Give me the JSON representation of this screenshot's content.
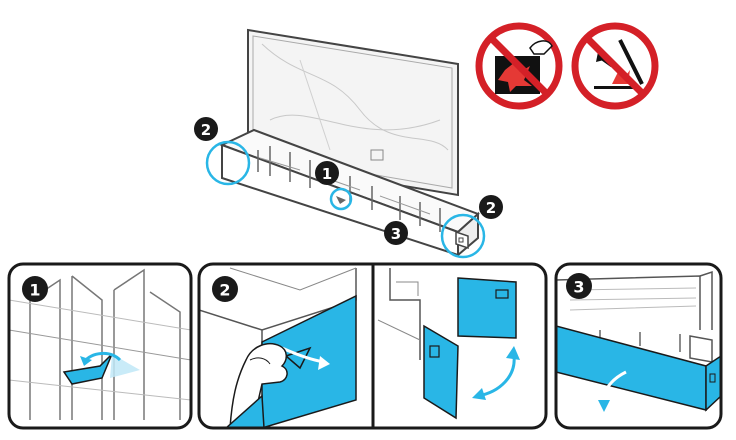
{
  "steps": {
    "one": "1",
    "two": "2",
    "three": "3"
  },
  "warnings": [
    {
      "icon": "no-cutting-icon"
    },
    {
      "icon": "no-prying-tool-icon"
    }
  ],
  "colors": {
    "accent": "#29b6e6",
    "prohibit": "#d42027",
    "outline": "#1a1a1a",
    "line": "#555555"
  }
}
